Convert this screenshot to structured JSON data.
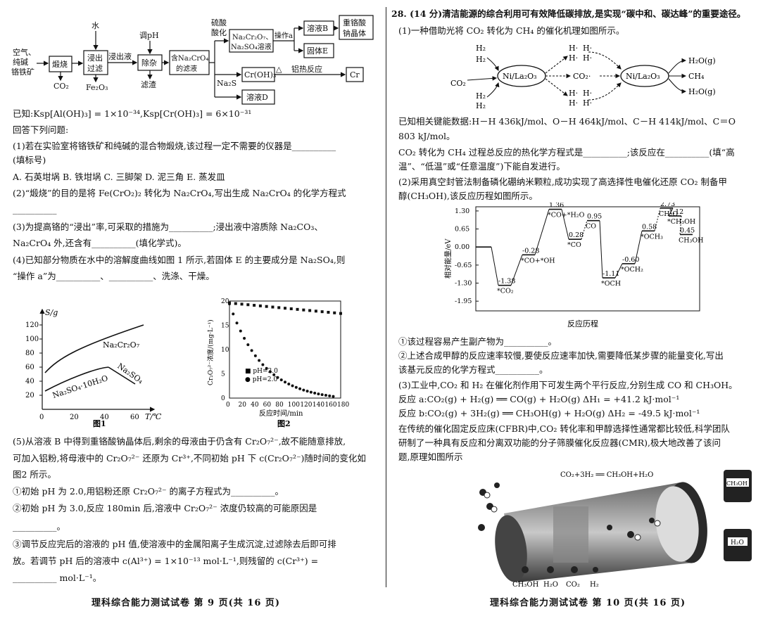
{
  "left": {
    "flow": {
      "start": [
        "空气、",
        "纯碱",
        "铬铁矿"
      ],
      "roast": "煅烧",
      "co2": "CO₂",
      "water": "水",
      "leach_box": [
        "浸出",
        "过滤"
      ],
      "fe2o3": "Fe₂O₃",
      "leach_label": "浸出液",
      "ph": "调pH",
      "impurity_box": "除杂",
      "filtrate": "滤渣",
      "na2cro4_box": [
        "含Na₂CrO₄",
        "的滤液"
      ],
      "acid": [
        "硫酸",
        "酸化"
      ],
      "mix_box": [
        "Na₂Cr₂O₇、",
        "Na₂SO₄溶液"
      ],
      "op_a": "操作a",
      "sol_b": "溶液B",
      "dichromate_box": [
        "重铬酸",
        "钠晶体"
      ],
      "solid_e": "固体E",
      "na2s": "Na₂S",
      "croh3": "Cr(OH)₃",
      "delta": "△",
      "al_reaction": "铝热反应",
      "cr": "Cr",
      "sol_d": "溶液D"
    },
    "lines": [
      "已知:Ksp[Al(OH)₃] = 1×10⁻³⁴,Ksp[Cr(OH)₃] = 6×10⁻³¹",
      "回答下列问题:",
      "(1)若在实验室将铬铁矿和纯碱的混合物煅烧,该过程一定不需要的仪器是__________",
      "(填标号)",
      "A. 石英坩埚    B. 铁坩埚    C. 三脚架    D. 泥三角    E. 蒸发皿",
      "(2)“煅烧”的目的是将 Fe(CrO₂)₂ 转化为 Na₂CrO₄,写出生成 Na₂CrO₄ 的化学方程式",
      "__________",
      "(3)为提高铬的“浸出”率,可采取的措施为__________;浸出液中溶质除 Na₂CO₃、",
      "Na₂CrO₄ 外,还含有__________(填化学式)。",
      "(4)已知部分物质在水中的溶解度曲线如图 1 所示,若固体 E 的主要成分是 Na₂SO₄,则",
      "“操作 a”为__________、__________、洗涤、干燥。"
    ],
    "lines2": [
      "(5)从溶液 B 中得到重铬酸钠晶体后,剩余的母液由于仍含有 Cr₂O₇²⁻,故不能随意排放,",
      "可加入铝粉,将母液中的 Cr₂O₇²⁻ 还原为 Cr³⁺,不同初始 pH 下 c(Cr₂O₇²⁻)随时间的变化如",
      "图2 所示。",
      "①初始 pH 为 2.0,用铝粉还原 Cr₂O₇²⁻ 的离子方程式为__________。",
      "②初始 pH 为 3.0,反应 180min 后,溶液中 Cr₂O₇²⁻ 浓度仍较高的可能原因是",
      "__________。",
      "③调节反应完后的溶液的 pH 值,使溶液中的金属阳离子生成沉淀,过滤除去后即可排",
      "放。若调节 pH 后的溶液中 c(Al³⁺) = 1×10⁻¹³ mol·L⁻¹,则残留的 c(Cr³⁺) =",
      "__________ mol·L⁻¹。"
    ],
    "footer": "理科综合能力测试试卷    第 9 页(共 16 页)"
  },
  "fig1": {
    "ylabel": "S/g",
    "xlabel": "T/℃",
    "yticks": [
      "20",
      "40",
      "60",
      "80",
      "100",
      "120"
    ],
    "xticks": [
      "0",
      "20",
      "40",
      "60"
    ],
    "caption": "图1",
    "curve1": "Na₂Cr₂O₇",
    "curve2": "Na₂SO₄",
    "curve3": "Na₂SO₄·10H₂O"
  },
  "fig2": {
    "ylabel": "Cr₂O₇²⁻浓度/(mg·L⁻¹)",
    "xlabel": "反应时间/min",
    "yticks": [
      "0",
      "5",
      "10",
      "15",
      "20"
    ],
    "xticks": [
      "0",
      "20",
      "40",
      "60",
      "80",
      "100",
      "120",
      "140",
      "160",
      "180"
    ],
    "caption": "图2",
    "legend": [
      "■ pH=3.0",
      "● pH=2.0"
    ]
  },
  "right": {
    "q_title": "28. (14 分)清洁能源的综合利用可有效降低碳排放,是实现“碳中和、碳达峰”的重要途径。",
    "q1": "(1)一种借助光将 CO₂ 转化为 CH₄ 的催化机理如图所示。",
    "mech": {
      "h2_a": "H₂",
      "h2_b": "H₂",
      "h2_c": "H₂",
      "h2_d": "H₂",
      "co2_in": "CO₂",
      "cat": "Ni/La₂O₃",
      "h_dot": "H·",
      "co2_mid": "CO₂·",
      "out1": "H₂O(g)",
      "out2": "CH₄",
      "out3": "H₂O(g)"
    },
    "lines": [
      "已知相关键能数据:H－H  436kJ/mol、O－H  464kJ/mol、C－H  414kJ/mol、C＝O",
      "803 kJ/mol。",
      "CO₂ 转化为 CH₄ 过程总反应的热化学方程式是__________;该反应在__________(填“高",
      "温”、“低温”或“任意温度”)下能自发进行。",
      "(2)采用真空封管法制备磷化硼纳米颗粒,成功实现了高选择性电催化还原 CO₂ 制备甲",
      "醇(CH₃OH),该反应历程如图所示。"
    ],
    "lines2": [
      "①该过程容易产生副产物为__________。",
      "②上述合成甲醇的反应速率较慢,要使反应速率加快,需要降低某步骤的能量变化,写出",
      "该基元反应的化学方程式__________。",
      "(3)工业中,CO₂ 和 H₂ 在催化剂作用下可发生两个平行反应,分别生成 CO 和 CH₃OH。",
      "反应 a:CO₂(g) + H₂(g) ══ CO(g) + H₂O(g)          ΔH₁ = +41.2 kJ·mol⁻¹",
      "反应 b:CO₂(g) + 3H₂(g) ══ CH₃OH(g) + H₂O(g)     ΔH₂ = -49.5 kJ·mol⁻¹",
      "在传统的催化固定反应床(CFBR)中,CO₂ 转化率和甲醇选择性通常都比较低,科学团队",
      "研制了一种具有反应和分离双功能的分子筛膜催化反应器(CMR),极大地改善了该问",
      "题,原理如图所示"
    ],
    "footer": "理科综合能力测试试卷    第 10 页(共 16 页)"
  },
  "energy": {
    "ylabel": "相对能量/eV",
    "xlabel": "反应历程",
    "yticks": [
      "1.30",
      "0.65",
      "0.00",
      "-0.65",
      "-1.30",
      "-1.95"
    ],
    "states": [
      {
        "v": "",
        "s": ""
      },
      {
        "v": "-1.38",
        "s": "*CO₂"
      },
      {
        "v": "-0.28",
        "s": "*CO+*OH"
      },
      {
        "v": "1.36",
        "s": "*CO+*H₂O"
      },
      {
        "v": "0.28",
        "s": "*CO"
      },
      {
        "v": "0.95",
        "s": "CO"
      },
      {
        "v": "-1.11",
        "s": "*OCH"
      },
      {
        "v": "-0.60",
        "s": "*OCH₂"
      },
      {
        "v": "0.58",
        "s": "*OCH₃"
      },
      {
        "v": "2.73",
        "s": "CH₂O"
      },
      {
        "v": "1.12",
        "s": "*CH₃OH"
      },
      {
        "v": "0.45",
        "s": "CH₃OH"
      }
    ]
  },
  "reactor": {
    "eq": "CO₂+3H₂ ══ CH₃OH+H₂O",
    "tank1": "CH₃OH",
    "tank2": "H₂O",
    "legend": [
      "CH₃OH",
      "H₂O",
      "CO₂",
      "H₂"
    ]
  }
}
